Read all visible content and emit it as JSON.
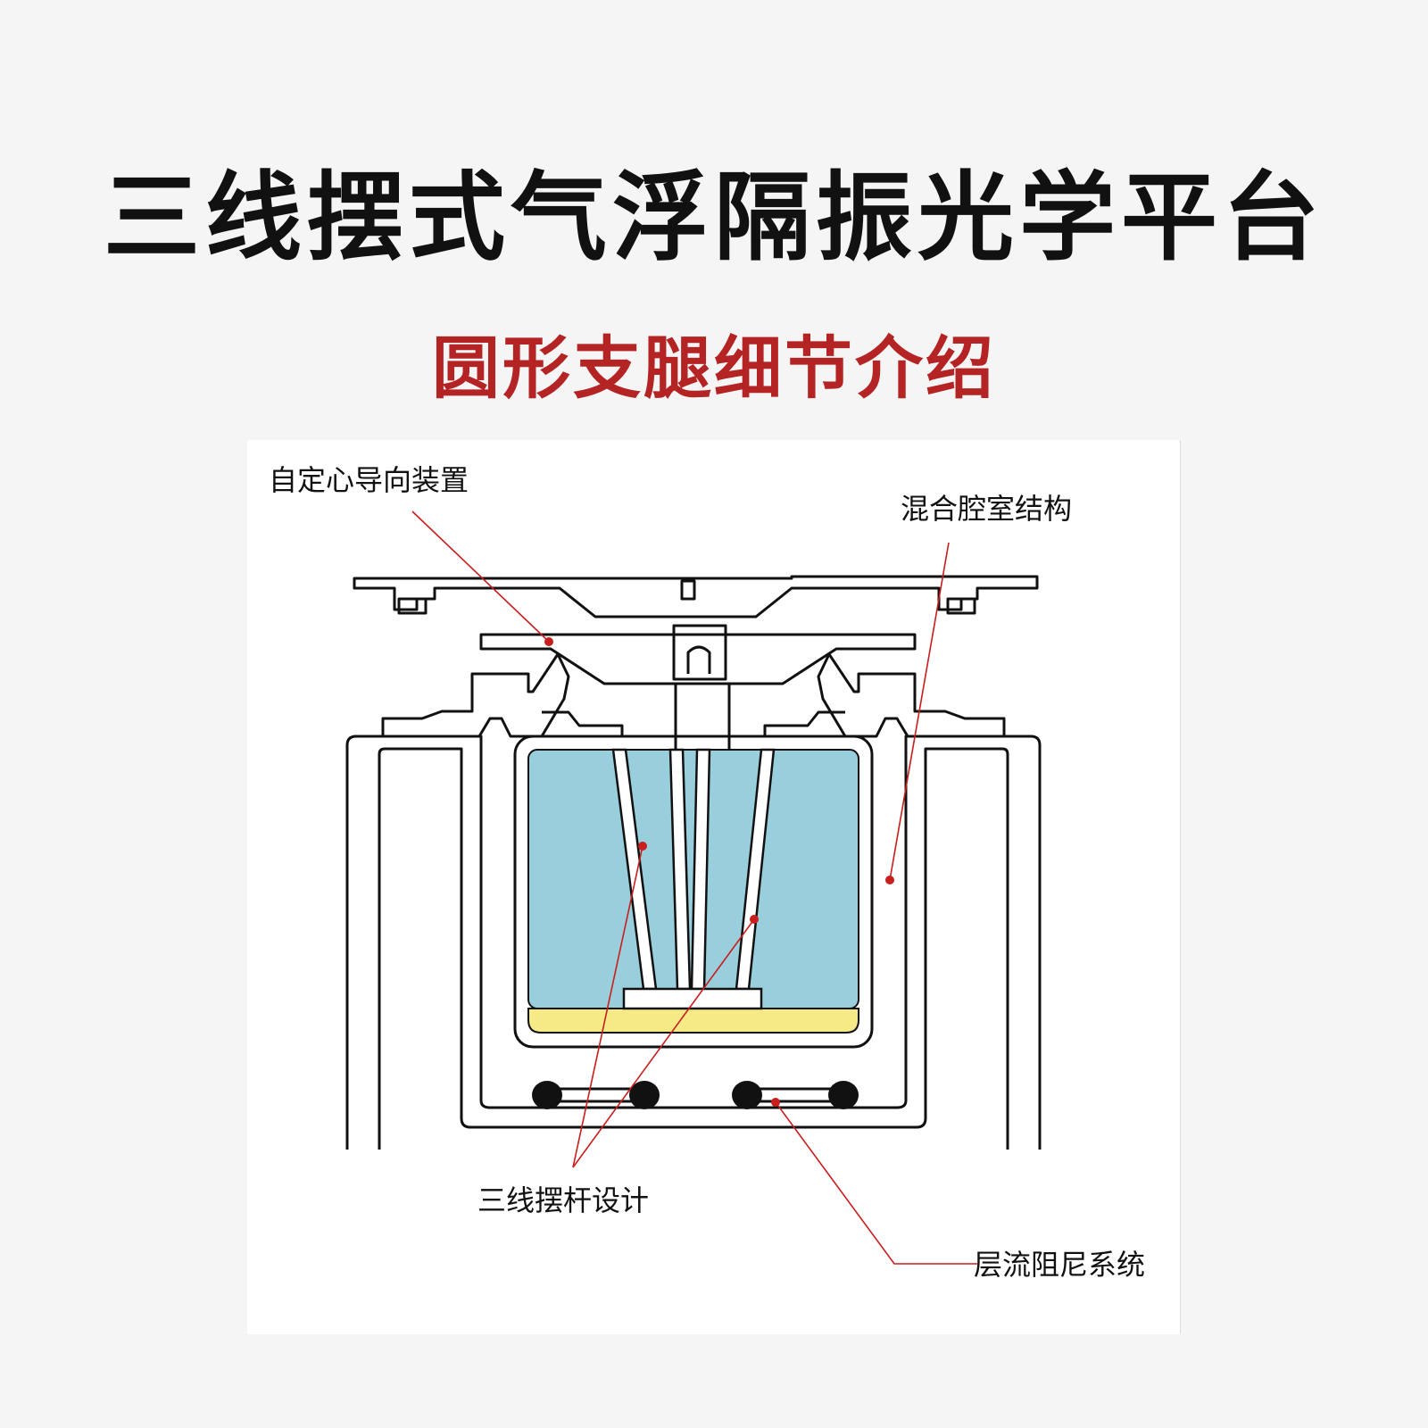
{
  "header": {
    "title": "三线摆式气浮隔振光学平台",
    "subtitle": "圆形支腿细节介绍"
  },
  "diagram": {
    "labels": {
      "self_centering": "自定心导向装置",
      "mixed_chamber": "混合腔室结构",
      "pendulum_rods": "三线摆杆设计",
      "laminar_damping": "层流阻尼系统"
    },
    "colors": {
      "title": "#111111",
      "subtitle": "#b52424",
      "leader_line": "#c81e1e",
      "liquid": "#99cfdc",
      "base_liquid": "#f5ea86",
      "outline": "#111111"
    }
  }
}
